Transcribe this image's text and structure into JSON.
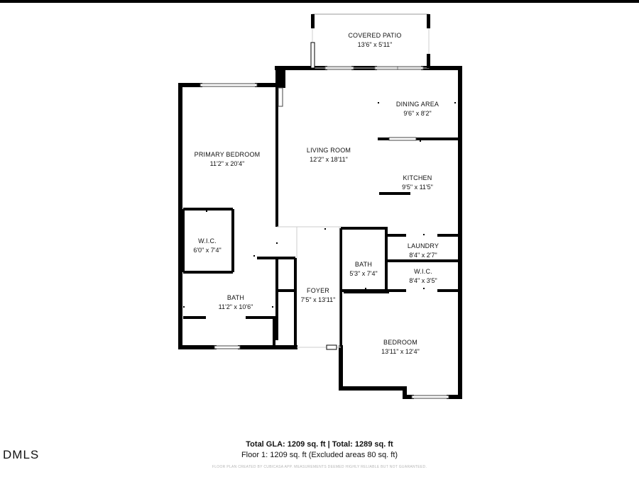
{
  "rooms": {
    "covered_patio": {
      "name": "COVERED PATIO",
      "dims": "13'6\" x 5'11\""
    },
    "dining_area": {
      "name": "DINING AREA",
      "dims": "9'6\" x 8'2\""
    },
    "primary_bedroom": {
      "name": "PRIMARY BEDROOM",
      "dims": "11'2\" x 20'4\""
    },
    "living_room": {
      "name": "LIVING ROOM",
      "dims": "12'2\" x 18'11\""
    },
    "kitchen": {
      "name": "KITCHEN",
      "dims": "9'5\" x 11'5\""
    },
    "wic_primary": {
      "name": "W.I.C.",
      "dims": "6'0\" x 7'4\""
    },
    "laundry": {
      "name": "LAUNDRY",
      "dims": "8'4\" x 2'7\""
    },
    "bath_hall": {
      "name": "BATH",
      "dims": "5'3\" x 7'4\""
    },
    "wic_hall": {
      "name": "W.I.C.",
      "dims": "8'4\" x 3'5\""
    },
    "foyer": {
      "name": "FOYER",
      "dims": "7'5\" x 13'11\""
    },
    "bath_primary": {
      "name": "BATH",
      "dims": "11'2\" x 10'6\""
    },
    "bedroom": {
      "name": "BEDROOM",
      "dims": "13'11\" x 12'4\""
    }
  },
  "totals": {
    "line1": "Total GLA: 1209 sq. ft | Total: 1289 sq. ft",
    "line2": "Floor 1: 1209 sq. ft (Excluded areas 80 sq. ft)"
  },
  "disclaimer": "FLOOR PLAN CREATED BY CUBICASA APP. MEASUREMENTS DEEMED HIGHLY RELIABLE BUT NOT GUARANTEED.",
  "logo": "DMLS"
}
